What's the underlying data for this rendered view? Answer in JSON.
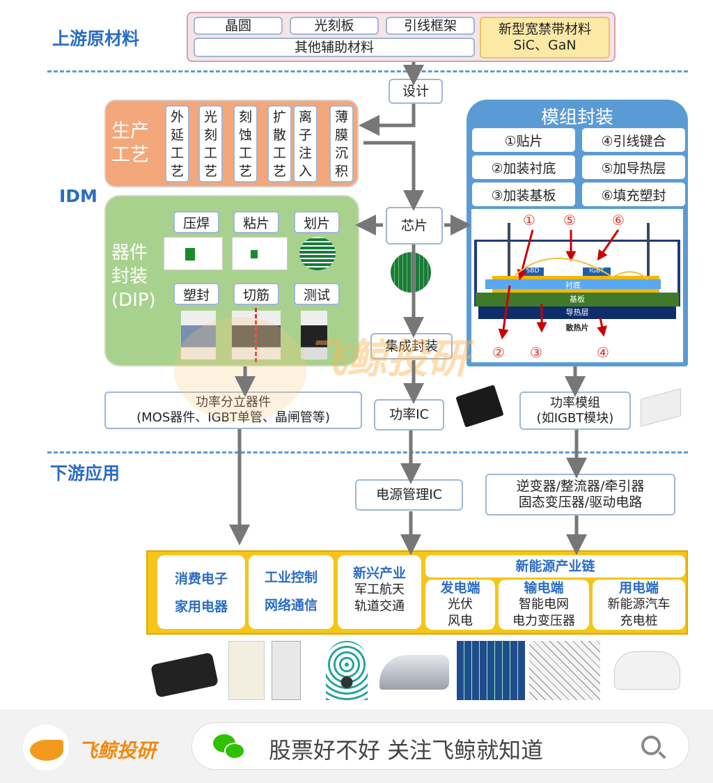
{
  "sections": {
    "upstream": "上游原材料",
    "idm": "IDM",
    "downstream": "下游应用"
  },
  "upstream": {
    "items": [
      "晶圆",
      "光刻板",
      "引线框架",
      "其他辅助材料"
    ],
    "wide_bandgap": "新型宽禁带材料",
    "wide_bandgap_sub": "SiC、GaN"
  },
  "design": "设计",
  "process": {
    "title": "生产工艺",
    "steps": [
      "外延工艺",
      "光刻工艺",
      "刻蚀工艺",
      "扩散工艺",
      "离子注入",
      "薄膜沉积"
    ]
  },
  "dip": {
    "title": "器件封装",
    "sub": "(DIP)",
    "row1": [
      "压焊",
      "粘片",
      "划片"
    ],
    "row2": [
      "塑封",
      "切筋",
      "测试"
    ]
  },
  "chip": "芯片",
  "module": {
    "title": "模组封装",
    "steps": [
      "①贴片",
      "④引线键合",
      "②加装衬底",
      "⑤加导热层",
      "③加装基板",
      "⑥填充塑封"
    ],
    "diagram": {
      "sbd": "SBD",
      "igbt": "IGBT",
      "substrate": "衬底",
      "baseplate": "基板",
      "thermal": "导热层",
      "heatsink": "散热片",
      "markers": [
        "①",
        "⑤",
        "⑥",
        "②",
        "③",
        "④"
      ]
    }
  },
  "integrated": "集成封装",
  "products": {
    "discrete": "功率分立器件",
    "discrete_sub": "(MOS器件、IGBT单管、晶闸管等)",
    "ic": "功率IC",
    "module": "功率模组",
    "module_sub": "(如IGBT模块)"
  },
  "mid": {
    "pmic": "电源管理IC",
    "inverter": "逆变器/整流器/牵引器",
    "inverter_sub": "固态变压器/驱动电路"
  },
  "apps": {
    "c1": [
      "消费电子",
      "家用电器"
    ],
    "c2": [
      "工业控制",
      "网络通信"
    ],
    "c3_title": "新兴产业",
    "c3": [
      "军工航天",
      "轨道交通"
    ],
    "ne_title": "新能源产业链",
    "gen_title": "发电端",
    "gen": [
      "光伏",
      "风电"
    ],
    "trans_title": "输电端",
    "trans": [
      "智能电网",
      "电力变压器"
    ],
    "use_title": "用电端",
    "use": [
      "新能源汽车",
      "充电桩"
    ]
  },
  "watermark": "飞鲸投研",
  "footer": {
    "brand": "飞鲸投研",
    "search_text": "股票好不好 关注飞鲸就知道",
    "icons": [
      "wechat-icon",
      "search-icon"
    ]
  },
  "colors": {
    "accent": "#2b6cc4",
    "orange": "#f4a77a",
    "green": "#a9d18e",
    "module": "#5b9bd5",
    "yellow": "#f5c518"
  }
}
